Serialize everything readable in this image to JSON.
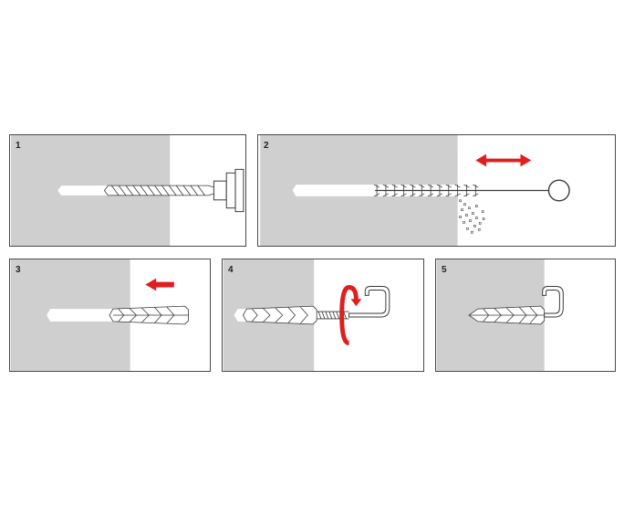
{
  "steps": [
    {
      "number": "1",
      "description_icon": "drill-bit-icon"
    },
    {
      "number": "2",
      "description_icon": "cleaning-brush-icon"
    },
    {
      "number": "3",
      "description_icon": "insert-plug-icon"
    },
    {
      "number": "4",
      "description_icon": "screw-in-hook-icon"
    },
    {
      "number": "5",
      "description_icon": "installed-hook-icon"
    }
  ],
  "colors": {
    "wall": "#cfcfcf",
    "hole": "#ffffff",
    "arrow": "#e01e1e",
    "line": "#3a3a3a",
    "border": "#4a4a4a"
  }
}
